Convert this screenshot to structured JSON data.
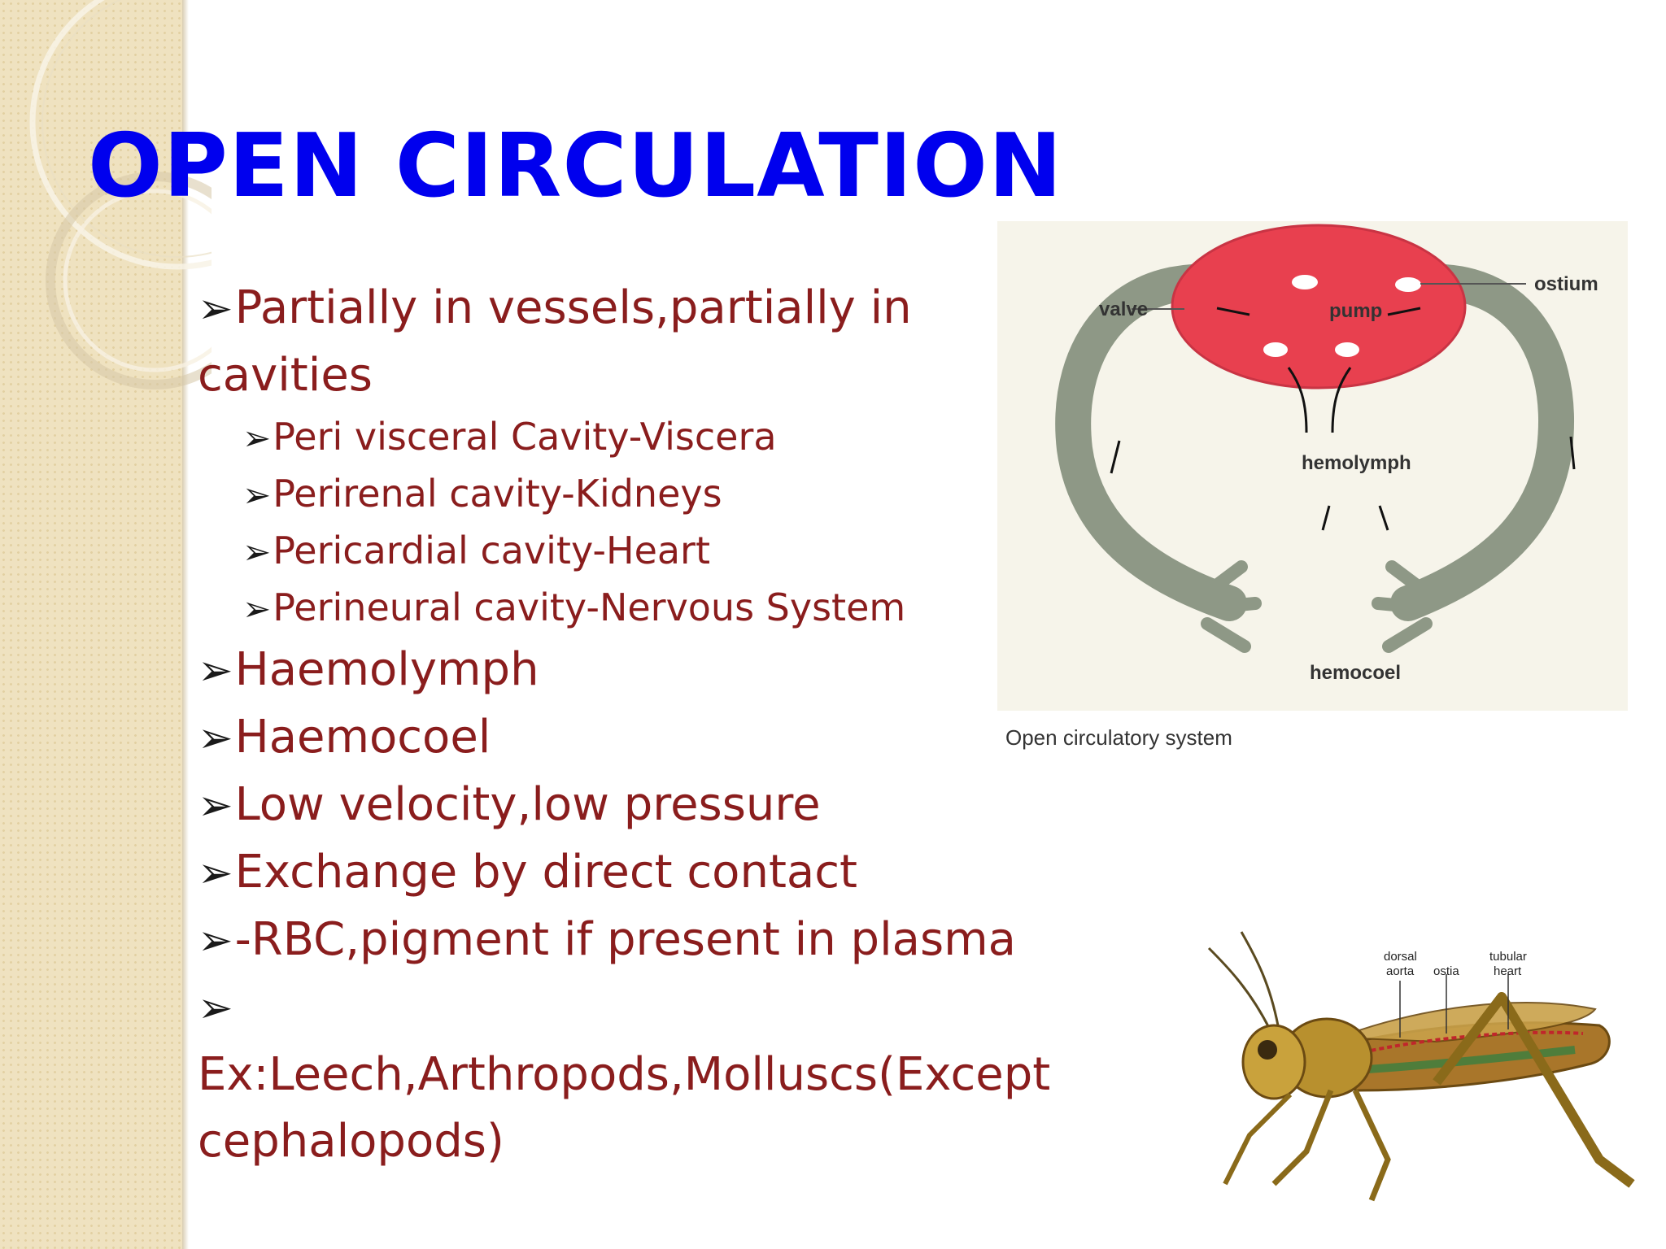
{
  "slide": {
    "title": "OPEN CIRCULATION",
    "bullets": [
      {
        "level": 1,
        "text": "Partially in vessels,partially in cavities"
      },
      {
        "level": 2,
        "text": "Peri visceral Cavity-Viscera"
      },
      {
        "level": 2,
        "text": "Perirenal cavity-Kidneys"
      },
      {
        "level": 2,
        "text": "Pericardial cavity-Heart"
      },
      {
        "level": 2,
        "text": "Perineural cavity-Nervous System"
      },
      {
        "level": 1,
        "text": "Haemolymph"
      },
      {
        "level": 1,
        "text": "Haemocoel"
      },
      {
        "level": 1,
        "text": "Low velocity,low pressure"
      },
      {
        "level": 1,
        "text": "Exchange by direct contact"
      },
      {
        "level": 1,
        "text": "-RBC,pigment if present in plasma"
      },
      {
        "level": 1,
        "text": "Ex:Leech,Arthropods,Molluscs(Except cephalopods)"
      }
    ],
    "bullet_glyph": "➢"
  },
  "figure_open_circulation": {
    "labels": {
      "valve": "valve",
      "pump": "pump",
      "ostium": "ostium",
      "hemolymph": "hemolymph",
      "hemocoel": "hemocoel"
    },
    "caption": "Open circulatory system"
  },
  "figure_grasshopper": {
    "labels": {
      "dorsal_aorta_1": "dorsal",
      "dorsal_aorta_2": "aorta",
      "ostia": "ostia",
      "tubular_heart_1": "tubular",
      "tubular_heart_2": "heart"
    }
  },
  "colors": {
    "title": "#0000ee",
    "bullet_text": "#8a1d1d",
    "side_band": "#efe2c0",
    "pump": "#e8404f",
    "vessel": "#8e9886"
  }
}
